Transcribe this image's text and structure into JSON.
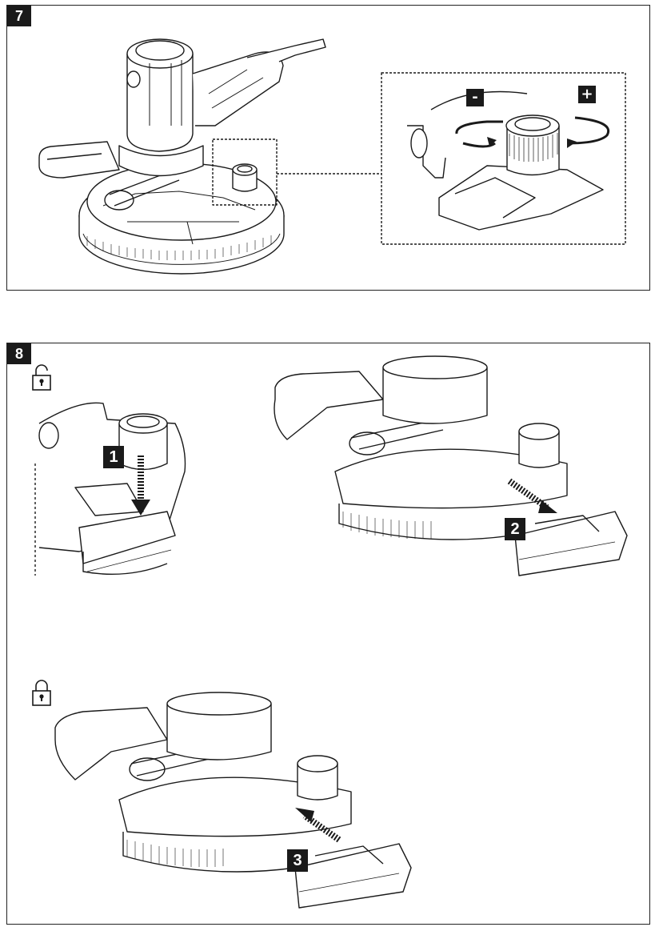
{
  "figures": [
    {
      "number": "7",
      "signs": {
        "minus": "-",
        "plus": "+"
      }
    },
    {
      "number": "8",
      "steps": [
        "1",
        "2",
        "3"
      ]
    }
  ],
  "icons": {
    "unlocked": "padlock-unlocked-icon",
    "locked": "padlock-locked-icon"
  },
  "colors": {
    "ink": "#1a1a1a",
    "paper": "#ffffff",
    "shade": "#cfcfcf"
  }
}
